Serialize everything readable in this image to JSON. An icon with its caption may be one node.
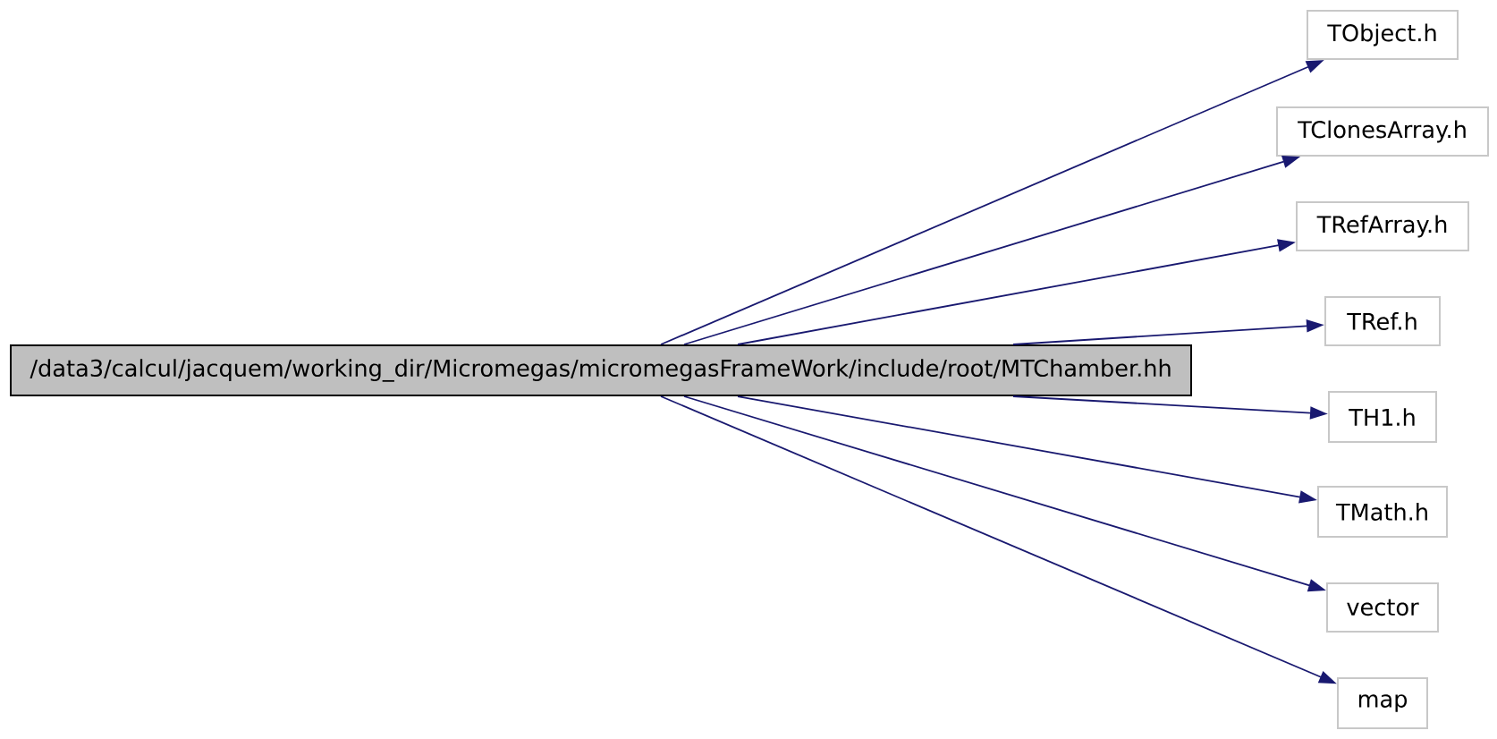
{
  "diagram": {
    "nodes": [
      {
        "text": [
          "/data3/calcul/jacquem/working_dir/Micromegas/micromegasFrameWork/include/root/MTChamber.hh"
        ]
      },
      {
        "text": [
          "TObject.h"
        ]
      },
      {
        "text": [
          "TClonesArray.h"
        ]
      },
      {
        "text": [
          "TRefArray.h"
        ]
      },
      {
        "text": [
          "TRef.h"
        ]
      },
      {
        "text": [
          "TH1.h"
        ]
      },
      {
        "text": [
          "TMath.h"
        ]
      },
      {
        "text": [
          "vector"
        ]
      },
      {
        "text": [
          "map"
        ]
      }
    ],
    "edges": [
      {
        "from": 0,
        "to": 1,
        "arrow": "to"
      },
      {
        "from": 0,
        "to": 2,
        "arrow": "to"
      },
      {
        "from": 0,
        "to": 3,
        "arrow": "to"
      },
      {
        "from": 0,
        "to": 4,
        "arrow": "to"
      },
      {
        "from": 0,
        "to": 5,
        "arrow": "to"
      },
      {
        "from": 0,
        "to": 6,
        "arrow": "to"
      },
      {
        "from": 0,
        "to": 7,
        "arrow": "to"
      },
      {
        "from": 0,
        "to": 8,
        "arrow": "to"
      }
    ]
  }
}
